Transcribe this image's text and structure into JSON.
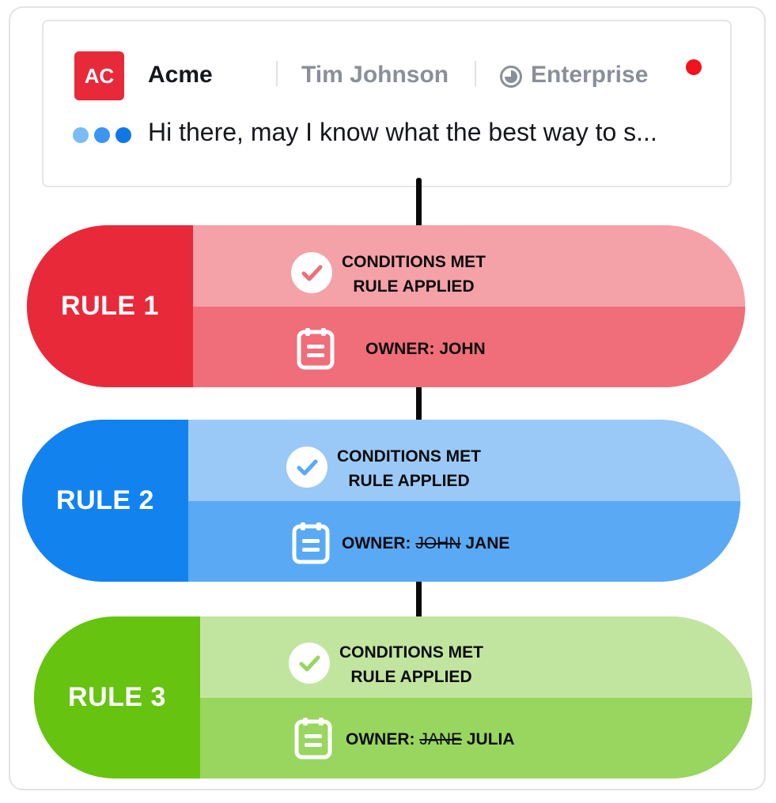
{
  "header": {
    "logo_text": "AC",
    "company": "Acme",
    "user": "Tim Johnson",
    "plan": "Enterprise",
    "plan_icon": "pie-chart-icon",
    "status_color": "#f2131c",
    "typing_icon": "typing-dots-icon",
    "message": "Hi there, may I know what the best way to s..."
  },
  "rules": [
    {
      "label": "RULE 1",
      "condition_line1": "CONDITIONS MET",
      "condition_line2": "RULE APPLIED",
      "owner_prefix": "OWNER:",
      "owner_previous": "",
      "owner_current": "JOHN",
      "colors": {
        "label": "#e8293a",
        "top": "#f5a1a8",
        "bottom": "#f06e79",
        "check": "#f06e79"
      }
    },
    {
      "label": "RULE 2",
      "condition_line1": "CONDITIONS MET",
      "condition_line2": "RULE APPLIED",
      "owner_prefix": "OWNER:",
      "owner_previous": "JOHN",
      "owner_current": "JANE",
      "colors": {
        "label": "#1282ef",
        "top": "#9ac9f8",
        "bottom": "#5aa9f5",
        "check": "#5aa9f5"
      }
    },
    {
      "label": "RULE 3",
      "condition_line1": "CONDITIONS MET",
      "condition_line2": "RULE APPLIED",
      "owner_prefix": "OWNER:",
      "owner_previous": "JANE",
      "owner_current": "JULIA",
      "colors": {
        "label": "#66c310",
        "top": "#c1e59e",
        "bottom": "#98d65f",
        "check": "#98d65f"
      }
    }
  ]
}
